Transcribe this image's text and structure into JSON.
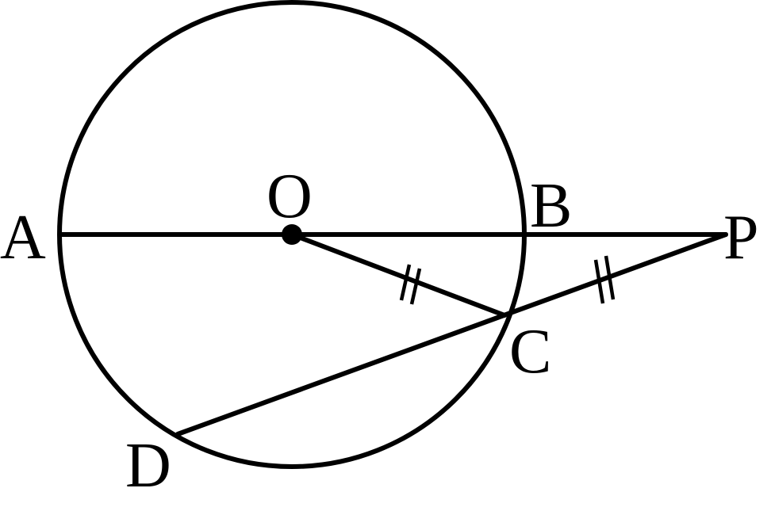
{
  "labels": {
    "A": "A",
    "O": "O",
    "B": "B",
    "P": "P",
    "C": "C",
    "D": "D"
  },
  "colors": {
    "stroke": "#000000",
    "background": "#ffffff"
  }
}
